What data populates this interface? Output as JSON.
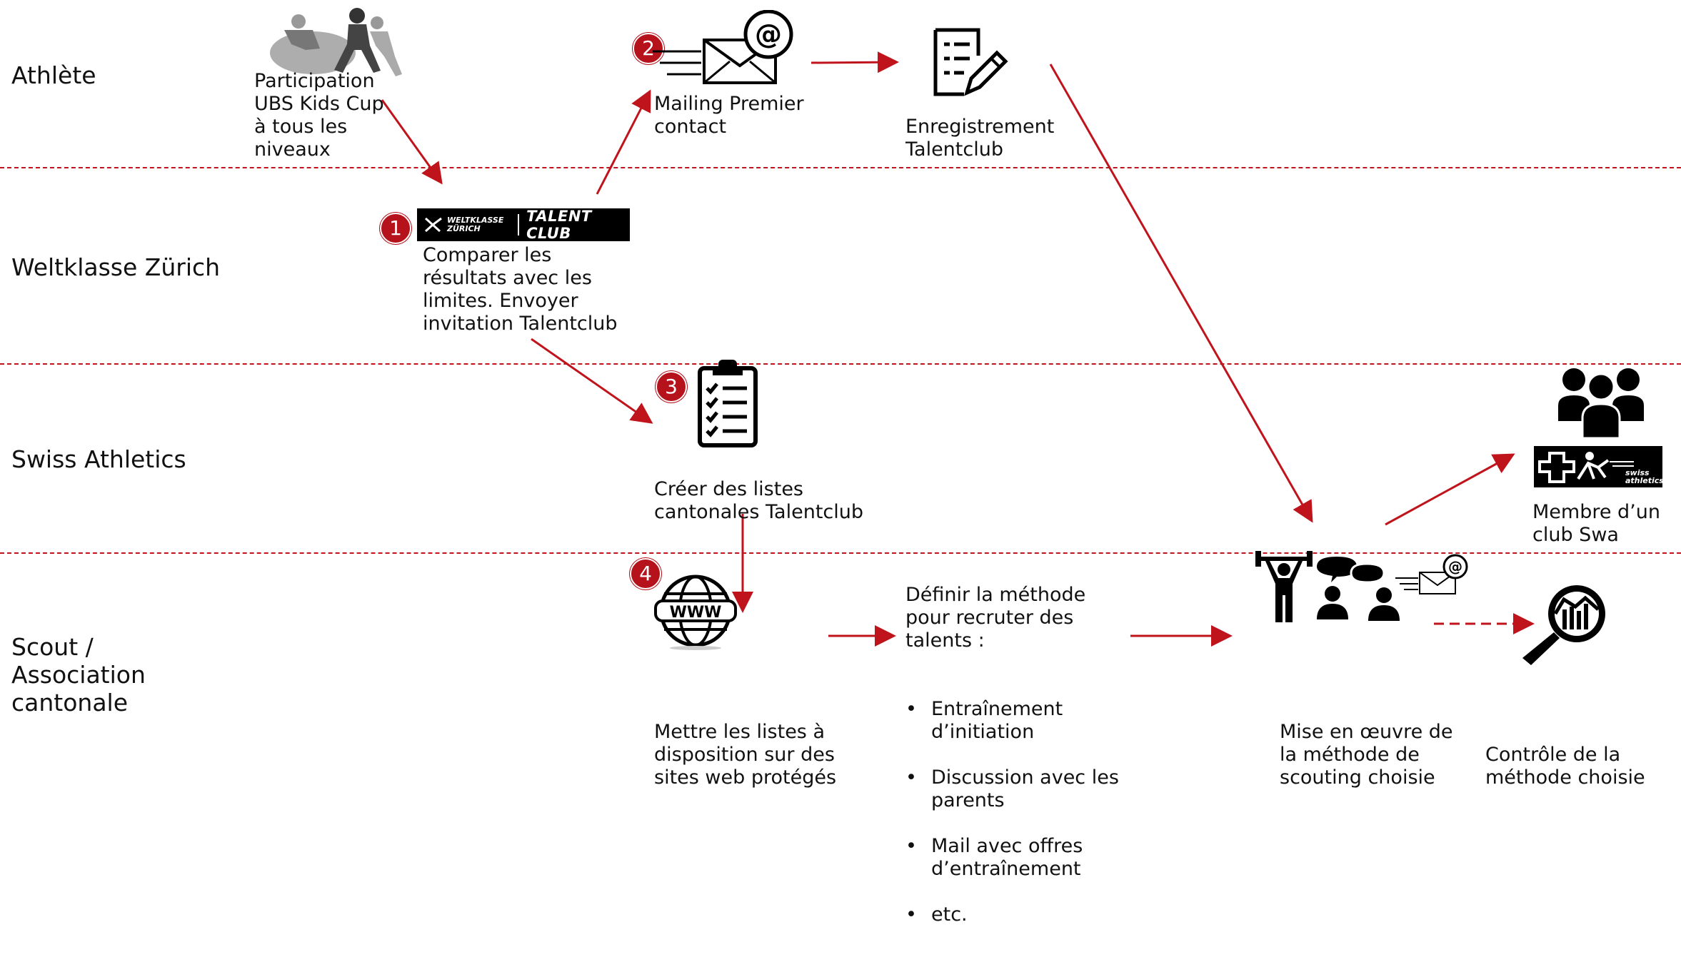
{
  "lanes": [
    {
      "label": "Athlète"
    },
    {
      "label": "Weltklasse Zürich"
    },
    {
      "label": "Swiss Athletics"
    },
    {
      "label": "Scout /\nAssociation\ncantonale"
    }
  ],
  "steps": {
    "kids_cup": "Participation\nUBS Kids Cup\nà tous les\nniveaux",
    "mailing": "Mailing Premier\ncontact",
    "registration": "Enregistrement\nTalentclub",
    "compare": "Comparer les\nrésultats avec les\nlimites. Envoyer\ninvitation  Talentclub",
    "lists": "Créer des listes\ncantonales Talentclub",
    "publish": "Mettre les listes à\ndisposition sur des\nsites web protégés",
    "method_intro": "Définir la méthode\npour recruter des\ntalents :",
    "method_items": [
      "Entraînement\nd’initiation",
      "Discussion avec les\nparents",
      "Mail avec offres\nd’entraînement",
      "etc."
    ],
    "implement": "Mise en œuvre de\nla méthode de\nscouting choisie",
    "control": "Contrôle de la\nméthode choisie",
    "member": "Membre d’un\nclub Swa"
  },
  "badges": [
    "1",
    "2",
    "3",
    "4"
  ],
  "logos": {
    "weltklasse_small": "WELTKLASSE\nZÜRICH",
    "talent_club": "TALENT CLUB",
    "swiss_athletics": "swiss\nathletics"
  },
  "icons": [
    "runners-photo",
    "email-icon",
    "form-edit-icon",
    "checklist-icon",
    "www-globe-icon",
    "weightlifter-icon",
    "discussion-icon",
    "mail-small-icon",
    "magnifier-chart-icon",
    "group-icon"
  ],
  "colors": {
    "accent": "#c0141c",
    "badge": "#b5121b",
    "text": "#111111"
  }
}
